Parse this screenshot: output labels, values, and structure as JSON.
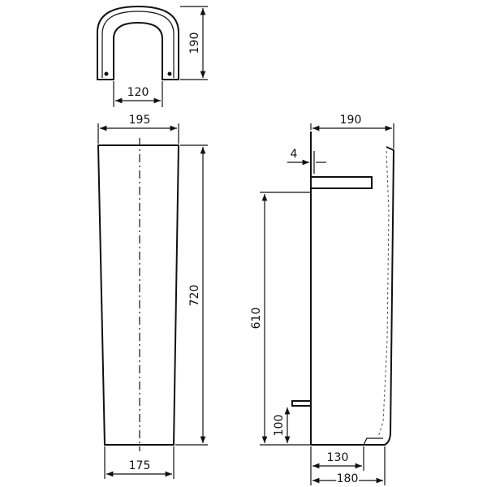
{
  "dimensions": {
    "top_height": "190",
    "top_inner_width": "120",
    "front_top_width": "195",
    "front_height": "720",
    "front_bottom_width": "175",
    "side_width": "190",
    "side_wall_thickness": "4",
    "side_mount_height": "610",
    "side_base_height": "100",
    "side_base_depth": "130",
    "side_bottom_depth": "180"
  }
}
